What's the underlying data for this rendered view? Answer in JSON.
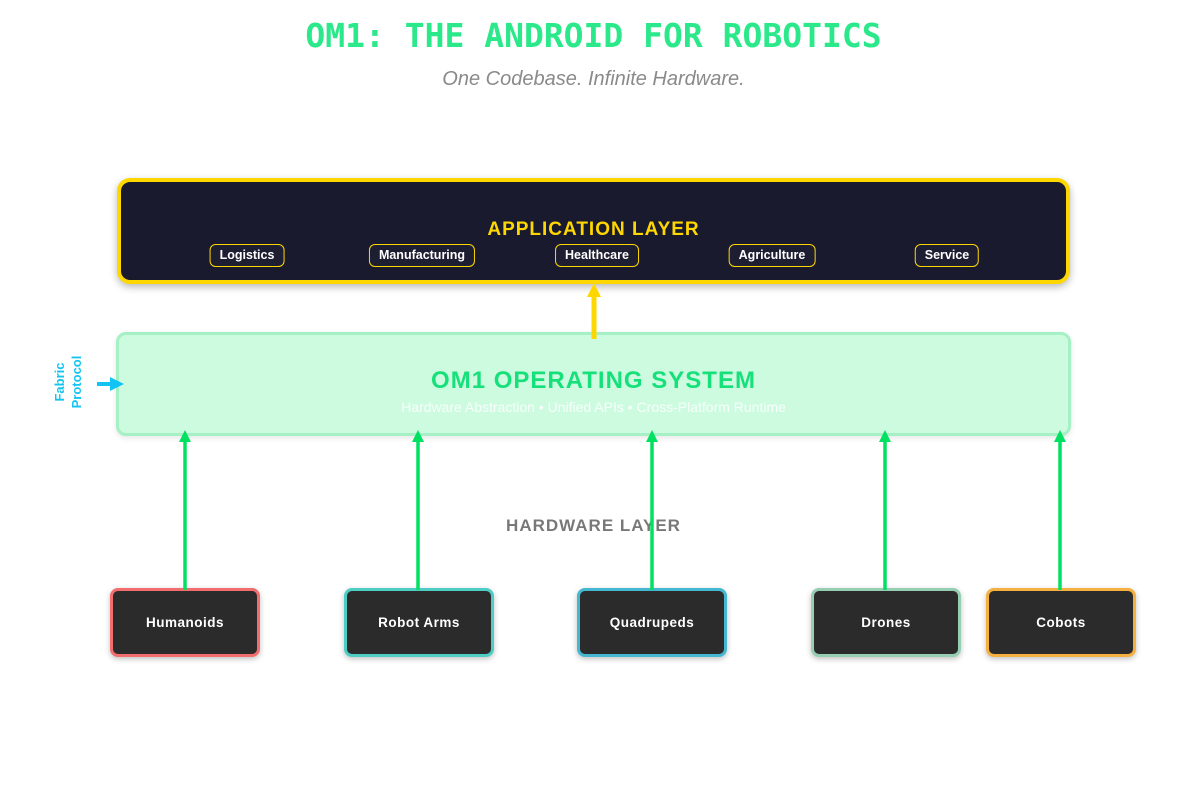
{
  "header": {
    "title": "OM1: THE ANDROID FOR ROBOTICS",
    "subtitle": "One Codebase. Infinite Hardware."
  },
  "application_layer": {
    "title": "APPLICATION LAYER",
    "chips": [
      {
        "label": "Logistics"
      },
      {
        "label": "Manufacturing"
      },
      {
        "label": "Healthcare"
      },
      {
        "label": "Agriculture"
      },
      {
        "label": "Service"
      }
    ]
  },
  "os_layer": {
    "title": "OM1 OPERATING SYSTEM",
    "subtitle": "Hardware Abstraction • Unified APIs • Cross-Platform Runtime"
  },
  "fabric_protocol": {
    "label": "Fabric Protocol"
  },
  "hardware_layer": {
    "title": "HARDWARE LAYER",
    "items": [
      {
        "label": "Humanoids",
        "color": "#f26d6d"
      },
      {
        "label": "Robot Arms",
        "color": "#4ecdc4"
      },
      {
        "label": "Quadrupeds",
        "color": "#45b7d1"
      },
      {
        "label": "Drones",
        "color": "#96ceb4"
      },
      {
        "label": "Cobots",
        "color": "#f5b041"
      }
    ]
  },
  "colors": {
    "title_green": "#2be98a",
    "os_title_green": "#15e07a",
    "os_box_bg": "#cdfbe0",
    "os_box_border": "#a5f0c5",
    "app_box_bg": "#1a1a2e",
    "gold": "#ffd700",
    "cyan": "#12c4f2",
    "hardware_arrow_green": "#00e161",
    "hardware_box_bg": "#2b2b2b",
    "gray_text": "#8a8a8a"
  }
}
